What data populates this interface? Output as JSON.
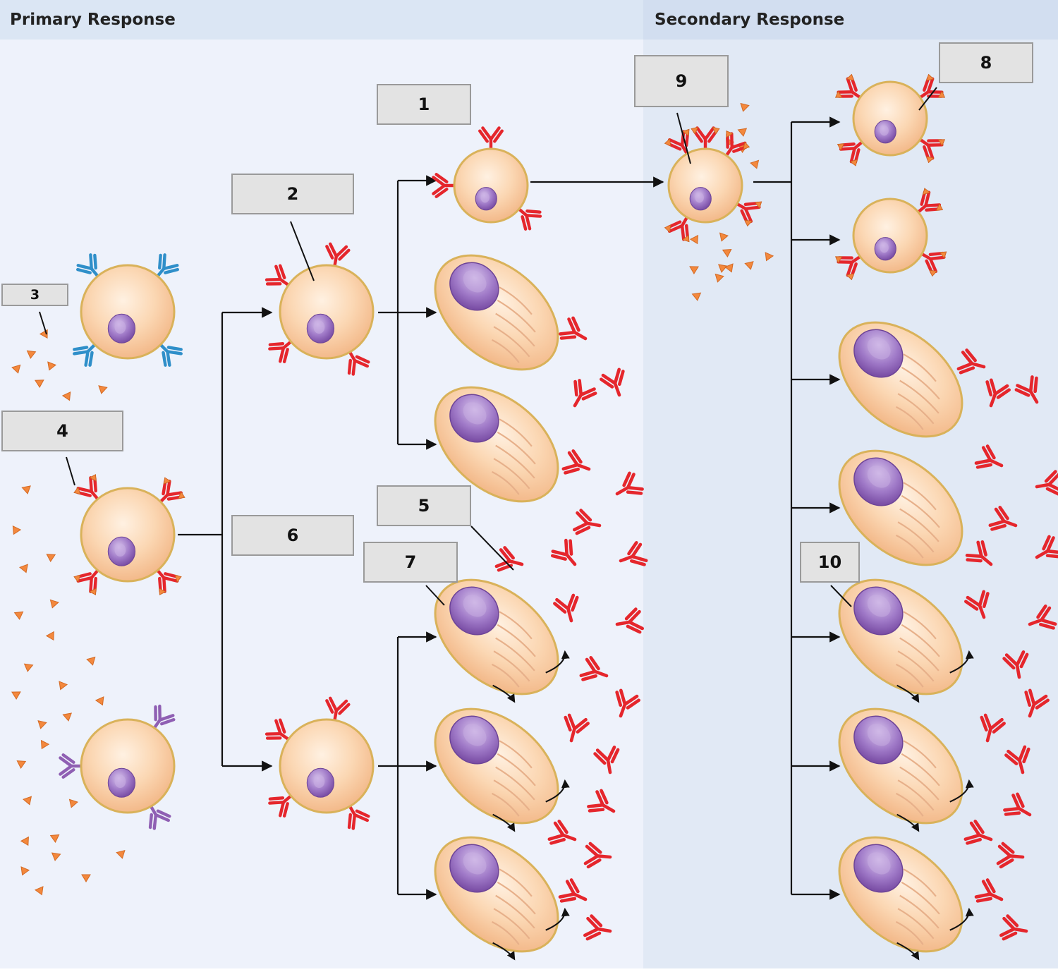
{
  "headers": {
    "primary": "Primary Response",
    "secondary": "Secondary Response"
  },
  "labels": {
    "l1": "1",
    "l2": "2",
    "l3": "3",
    "l4": "4",
    "l5": "5",
    "l6": "6",
    "l7": "7",
    "l8": "8",
    "l9": "9",
    "l10": "10"
  },
  "colors": {
    "primary_bg": "#eef2fb",
    "secondary_bg": "#e0e8f5",
    "cell_fill": "#fbd5b0",
    "cell_stroke": "#d9b25a",
    "nucleus": "#a27cc6",
    "antibody_red": "#e5262c",
    "antibody_blue": "#2f8fc9",
    "antibody_purple": "#8f5fb3",
    "antigen": "#f3883d"
  }
}
